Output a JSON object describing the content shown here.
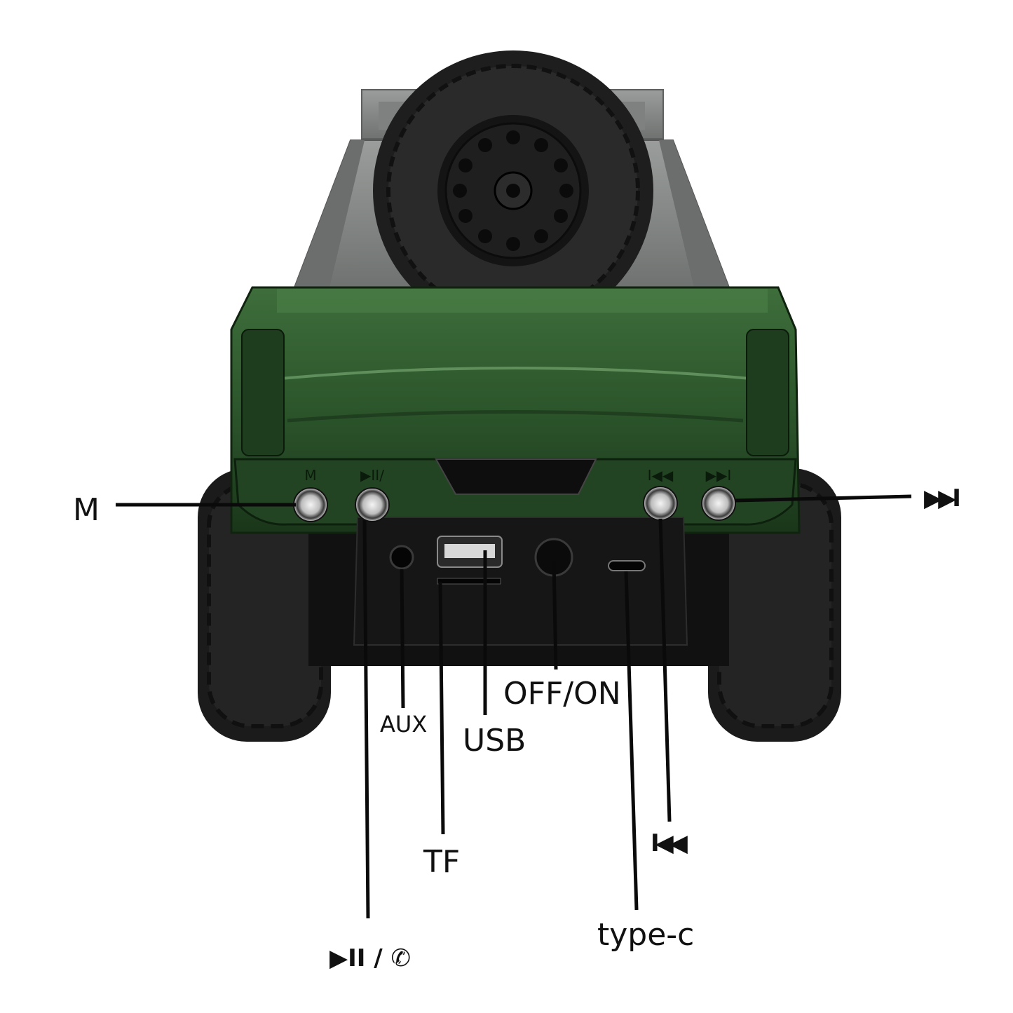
{
  "title": "",
  "colors": {
    "body_green": "#2f5a2e",
    "body_green_dark": "#1c3a1c",
    "bed_gray": "#8c8f8d",
    "tire_black": "#1b1b1b",
    "panel_black": "#151515",
    "line": "#0a0a0a"
  },
  "vehicle": {
    "type": "pickup-truck-speaker",
    "panel_marks": {
      "m": "M",
      "play": "▶II/",
      "prev": "I◀◀",
      "next": "▶▶I"
    }
  },
  "labels": {
    "m": "M",
    "next": "▶▶I",
    "prev": "I◀◀",
    "play_pause_call": "▶II / ✆",
    "aux": "AUX",
    "usb": "USB",
    "tf": "TF",
    "off_on": "OFF/ON",
    "type_c": "type-c"
  },
  "icons": {
    "next": "next-track-icon",
    "prev": "previous-track-icon",
    "play_pause": "play-pause-icon",
    "phone": "phone-icon"
  }
}
